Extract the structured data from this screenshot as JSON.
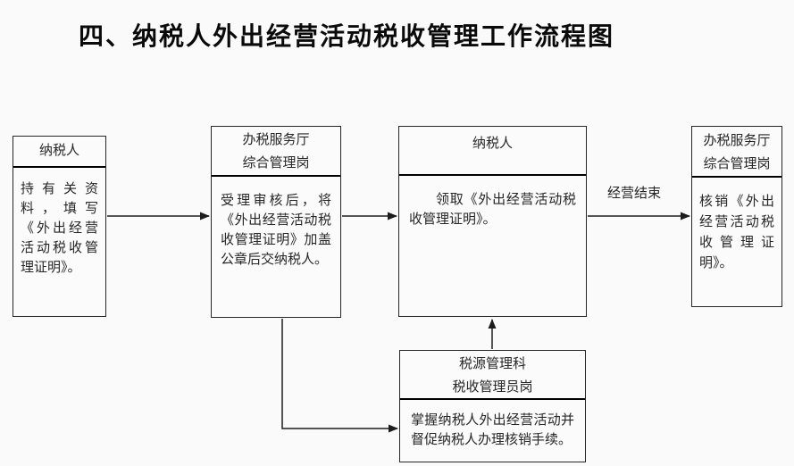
{
  "title": "四、纳税人外出经营活动税收管理工作流程图",
  "labels": {
    "business_end": "经营结束"
  },
  "boxes": {
    "taxpayer_submit": {
      "header1": "纳税人",
      "body": "持有关资料，填写《外出经营活动税收管理证明》。"
    },
    "service_hall_issue": {
      "header1": "办税服务厅",
      "header2": "综合管理岗",
      "body": "受理审核后，将《外出经营活动税收管理证明》加盖公章后交纳税人。"
    },
    "taxpayer_receive": {
      "header1": "纳税人",
      "body": "领取《外出经营活动税收管理证明》。"
    },
    "service_hall_cancel": {
      "header1": "办税服务厅",
      "header2": "综合管理岗",
      "body": "核销《外出经营活动税收管理证明》。"
    },
    "tax_admin": {
      "header1": "税源管理科",
      "header2": "税收管理员岗",
      "body": "掌握纳税人外出经营活动并督促纳税人办理核销手续。"
    }
  },
  "colors": {
    "background": "#fafafa",
    "border": "#262626",
    "divider": "#000000",
    "text": "#262626",
    "line": "#1c1c1c"
  }
}
